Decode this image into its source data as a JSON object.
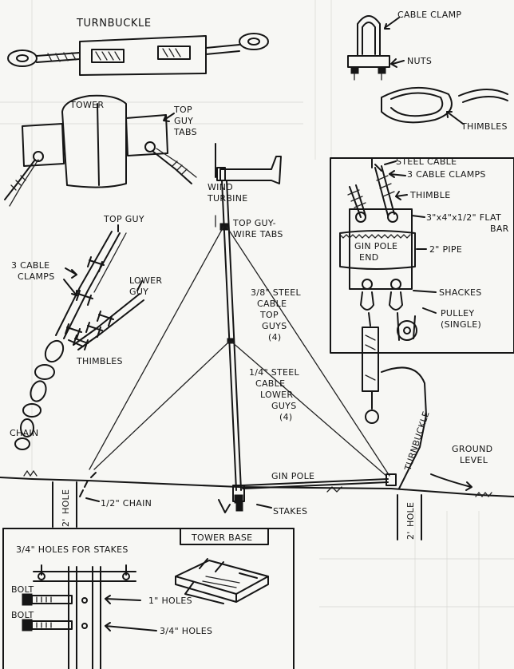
{
  "labels": {
    "turnbuckle_top": "TURNBUCKLE",
    "cable_clamp": "CABLE CLAMP",
    "nuts": "NUTS",
    "thimbles_top": "THIMBLES",
    "tower": "TOWER",
    "top_guy_tabs_1": "TOP",
    "top_guy_tabs_2": "GUY",
    "top_guy_tabs_3": "TABS",
    "wind_turbine_1": "WIND",
    "wind_turbine_2": "TURBINE",
    "top_guy_wire_tabs_1": "TOP GUY-",
    "top_guy_wire_tabs_2": "WIRE TABS",
    "top_guy": "TOP GUY",
    "three_cable_clamps_left_1": "3 CABLE",
    "three_cable_clamps_left_2": "CLAMPS",
    "lower_guy_1": "LOWER",
    "lower_guy_2": "GUY",
    "thimbles_left": "THIMBLES",
    "chain": "CHAIN",
    "steel_top_1": "3/8\" STEEL",
    "steel_top_2": "CABLE",
    "steel_top_3": "TOP",
    "steel_top_4": "GUYS",
    "steel_top_5": "(4)",
    "steel_lower_1": "1/4\" STEEL",
    "steel_lower_2": "CABLE",
    "steel_lower_3": "LOWER",
    "steel_lower_4": "GUYS",
    "steel_lower_5": "(4)",
    "steel_cable_detail": "STEEL CABLE",
    "three_cable_clamps_detail": "3 CABLE CLAMPS",
    "thimble_detail": "THIMBLE",
    "flat_bar_1": "3\"x4\"x1/2\" FLAT",
    "flat_bar_2": "BAR",
    "gin_pole_end_1": "GIN POLE",
    "gin_pole_end_2": "END",
    "pipe": "2\" PIPE",
    "shackles": "SHACKES",
    "pulley_1": "PULLEY",
    "pulley_2": "(SINGLE)",
    "turnbuckle_right": "TURNBUCKLE",
    "ground_level_1": "GROUND",
    "ground_level_2": "LEVEL",
    "gin_pole": "GIN POLE",
    "hole_left": "HOLE",
    "hole_left_depth": "2'",
    "half_chain": "1/2\" CHAIN",
    "stakes": "STAKES",
    "hole_right": "HOLE",
    "hole_right_depth": "2'",
    "tower_base": "TOWER BASE",
    "holes_for_stakes": "3/4\" HOLES FOR STAKES",
    "bolt_1": "BOLT",
    "bolt_2": "BOLT",
    "one_inch_holes": "1\" HOLES",
    "three_quarter_holes": "3/4\" HOLES"
  }
}
